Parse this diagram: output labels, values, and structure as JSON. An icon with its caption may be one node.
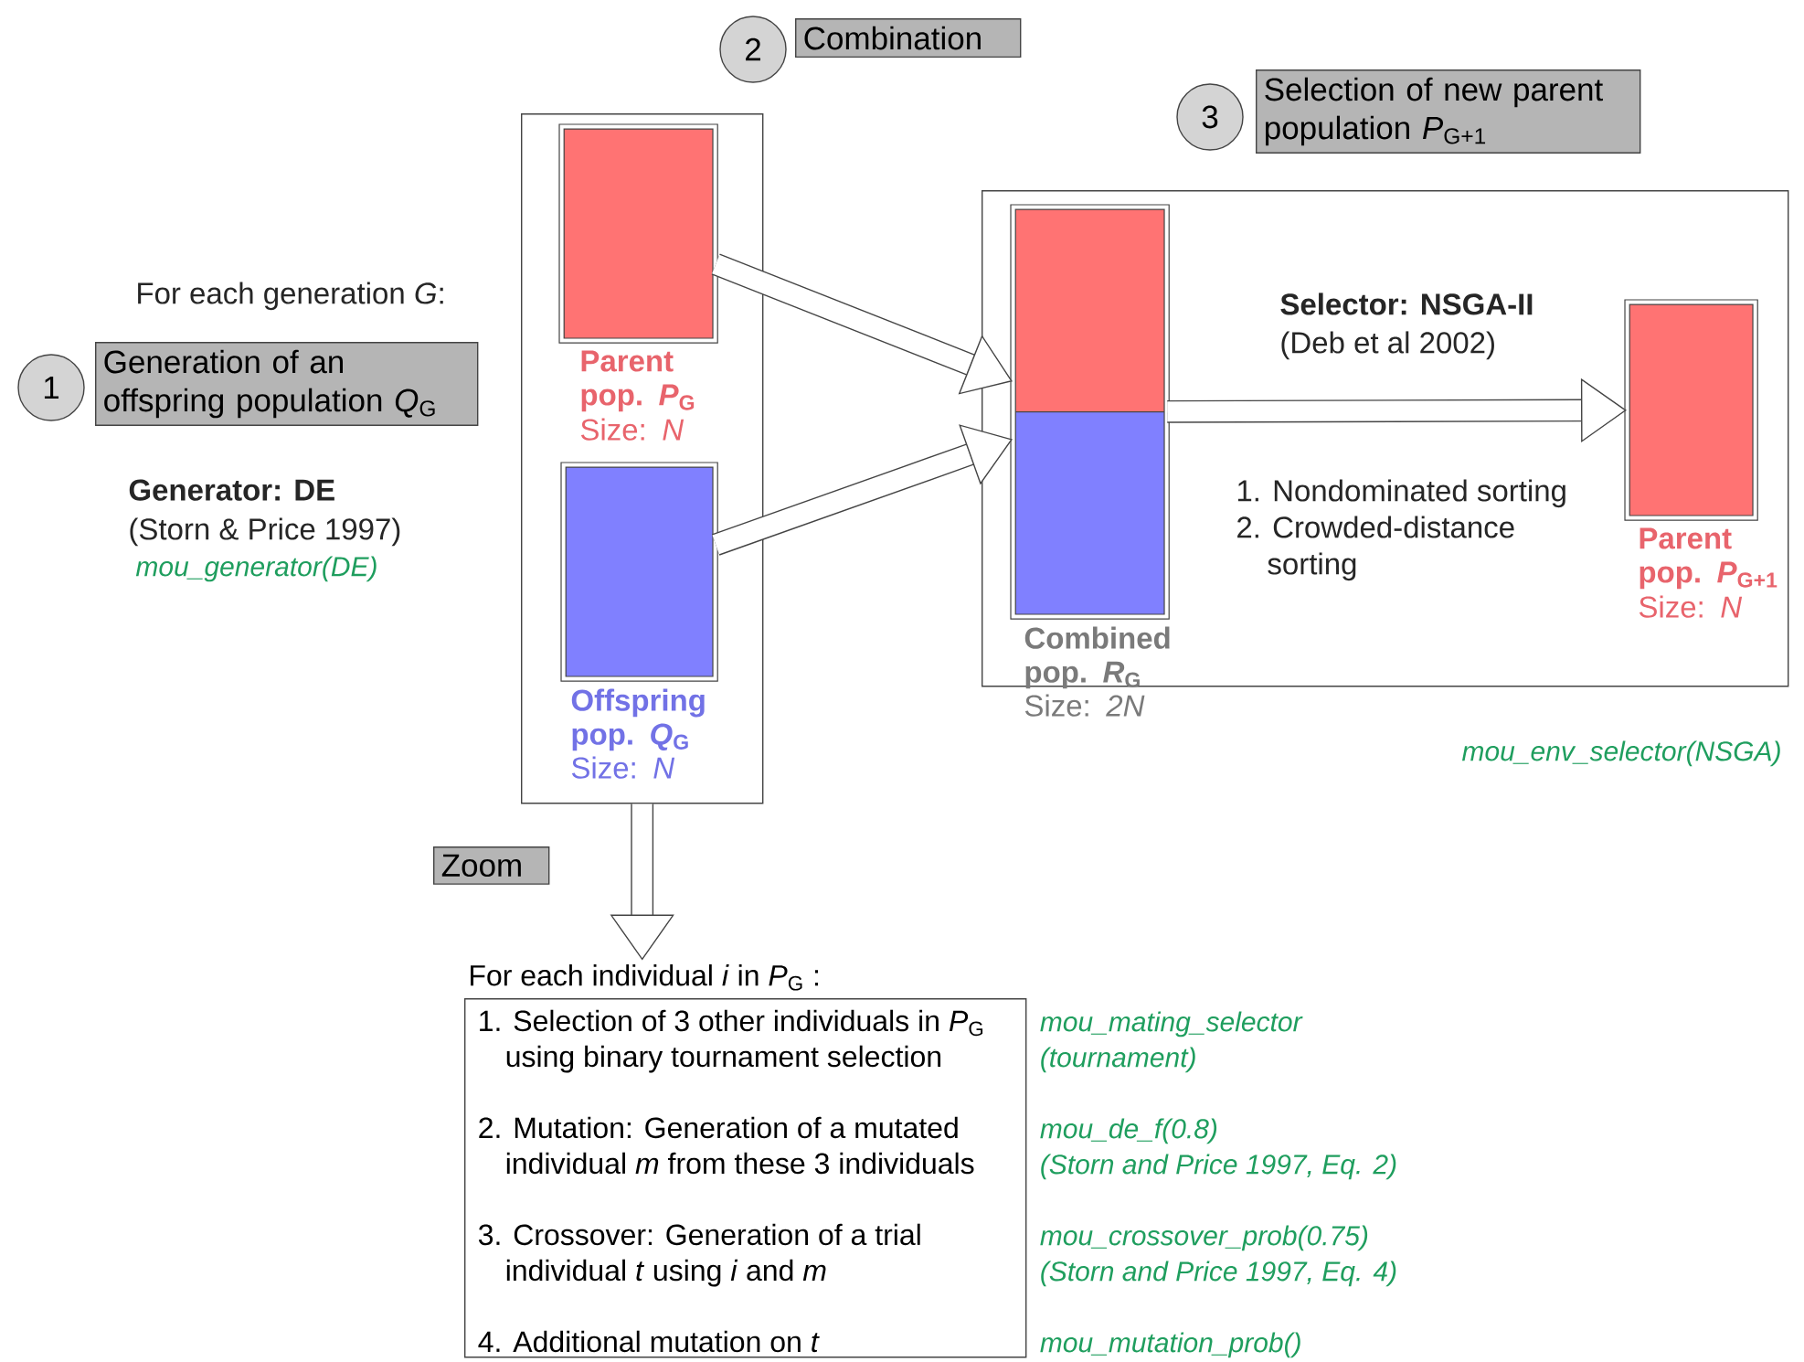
{
  "diagram": {
    "nodes": [
      {
        "text": [
          "2"
        ]
      },
      {
        "text": [
          "Combination"
        ]
      },
      {
        "text": [
          "3"
        ]
      },
      {
        "text": [
          "Selection of new parent population *P*$_{G+1}$"
        ]
      },
      {
        "text": [
          "1"
        ]
      },
      {
        "text": [
          "Generation of an offspring population *Q*$_{G}$"
        ]
      },
      {
        "text": [],
        "shape": "box"
      },
      {
        "text": [
          "Parent pop. *P*$_{G}$",
          "Size: *N*"
        ],
        "in": 6
      },
      {
        "text": [
          "Offspring pop. *Q*$_{G}$",
          "Size: *N*"
        ],
        "in": 6
      },
      {
        "text": [],
        "shape": "box"
      },
      {
        "text": [
          "Combined pop. *R*$_{G}$",
          "Size: *2N*"
        ],
        "in": 9
      },
      {
        "text": [
          "Parent pop. *P*$_{G+1}$",
          "Size: *N*"
        ],
        "in": 9
      },
      {
        "text": [
          "Zoom"
        ]
      },
      {
        "text": [
          "For each individual *i* in *P*$_{G}$ :"
        ]
      },
      {
        "text": [
          "1. Selection of 3 other individuals in *P*$_{G}$ using binary tournament selection",
          "2. Mutation: Generation of a mutated individual *m* from these 3 individuals",
          "3. Crossover: Generation of a trial individual *t* using *i* and *m*",
          "4. Additional mutation on *t*"
        ],
        "beside": [
          "mou_mating_selector",
          "(tournament)",
          "mou_de_f(0.8)",
          "(Storn and Price 1997, Eq. 2)",
          "mou_crossover_prob(0.75)",
          "(Storn and Price 1997, Eq. 4)",
          "mou_mutation_prob()"
        ]
      }
    ],
    "edges": [
      {
        "from": 7,
        "to": 10,
        "arrow": "to"
      },
      {
        "from": 8,
        "to": 10,
        "arrow": "to"
      },
      {
        "from": 10,
        "to": 11,
        "arrow": "to"
      },
      {
        "from": 6,
        "to": 13,
        "arrow": "to"
      }
    ],
    "labels": [
      "For each generation *G*:",
      "Generator: DE",
      "(Storn & Price 1997)",
      "mou_generator(DE)",
      "Selector: NSGA-II",
      "(Deb et al 2002)",
      "1. Nondominated sorting",
      "2. Crowded-distance sorting",
      "mou_env_selector(NSGA)"
    ]
  }
}
